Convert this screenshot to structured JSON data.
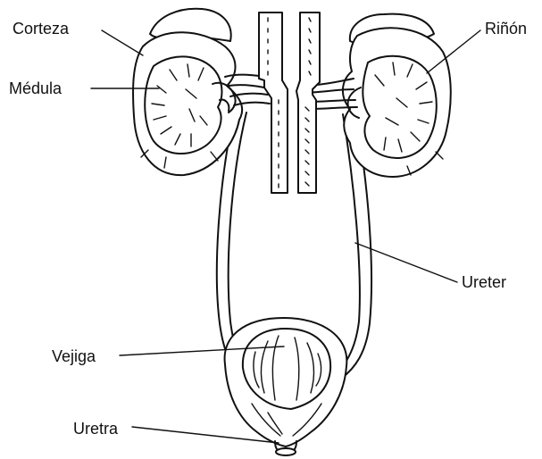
{
  "labels": {
    "corteza": "Corteza",
    "medula": "Médula",
    "rinon": "Riñón",
    "ureter": "Ureter",
    "vejiga": "Vejiga",
    "uretra": "Uretra"
  },
  "colors": {
    "ink": "#111111",
    "background": "#ffffff"
  }
}
